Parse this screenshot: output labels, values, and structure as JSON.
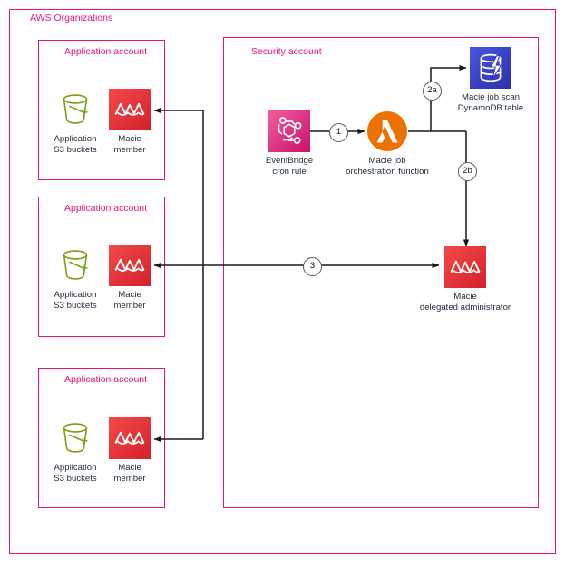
{
  "diagram": {
    "title": "AWS Organizations",
    "type": "aws-architecture-diagram"
  },
  "containers": [
    {
      "id": "aws-organizations",
      "label": "AWS Organizations",
      "color": "#E7157B"
    },
    {
      "id": "application-account-1",
      "label": "Application account",
      "color": "#E7157B"
    },
    {
      "id": "application-account-2",
      "label": "Application account",
      "color": "#E7157B"
    },
    {
      "id": "application-account-3",
      "label": "Application account",
      "color": "#E7157B"
    },
    {
      "id": "security-account",
      "label": "Security account",
      "color": "#E7157B"
    }
  ],
  "nodes": {
    "s3_1": {
      "label": "Application\nS3 buckets",
      "icon": "s3-bucket-icon",
      "color": "#7AA116"
    },
    "macie_member_1": {
      "label": "Macie\nmember",
      "icon": "macie-icon",
      "color": "#DD344C"
    },
    "s3_2": {
      "label": "Application\nS3 buckets",
      "icon": "s3-bucket-icon",
      "color": "#7AA116"
    },
    "macie_member_2": {
      "label": "Macie\nmember",
      "icon": "macie-icon",
      "color": "#DD344C"
    },
    "s3_3": {
      "label": "Application\nS3 buckets",
      "icon": "s3-bucket-icon",
      "color": "#7AA116"
    },
    "macie_member_3": {
      "label": "Macie\nmember",
      "icon": "macie-icon",
      "color": "#DD344C"
    },
    "eventbridge": {
      "label": "EventBridge\ncron rule",
      "icon": "eventbridge-icon",
      "color": "#E7157B"
    },
    "lambda": {
      "label": "Macie job\norchestration function",
      "icon": "lambda-icon",
      "color": "#ED7100"
    },
    "dynamodb": {
      "label": "Macie job scan\nDynamoDB table",
      "icon": "dynamodb-icon",
      "color": "#3334B9"
    },
    "macie_admin": {
      "label": "Macie\ndelegated administrator",
      "icon": "macie-icon",
      "color": "#DD344C"
    }
  },
  "steps": [
    {
      "id": "step-1",
      "label": "1",
      "from": "eventbridge",
      "to": "lambda"
    },
    {
      "id": "step-2a",
      "label": "2a",
      "from": "lambda",
      "to": "dynamodb"
    },
    {
      "id": "step-2b",
      "label": "2b",
      "from": "lambda",
      "to": "macie_admin"
    },
    {
      "id": "step-3",
      "label": "3",
      "from": "macie_admin",
      "to": "macie_member_2"
    }
  ]
}
